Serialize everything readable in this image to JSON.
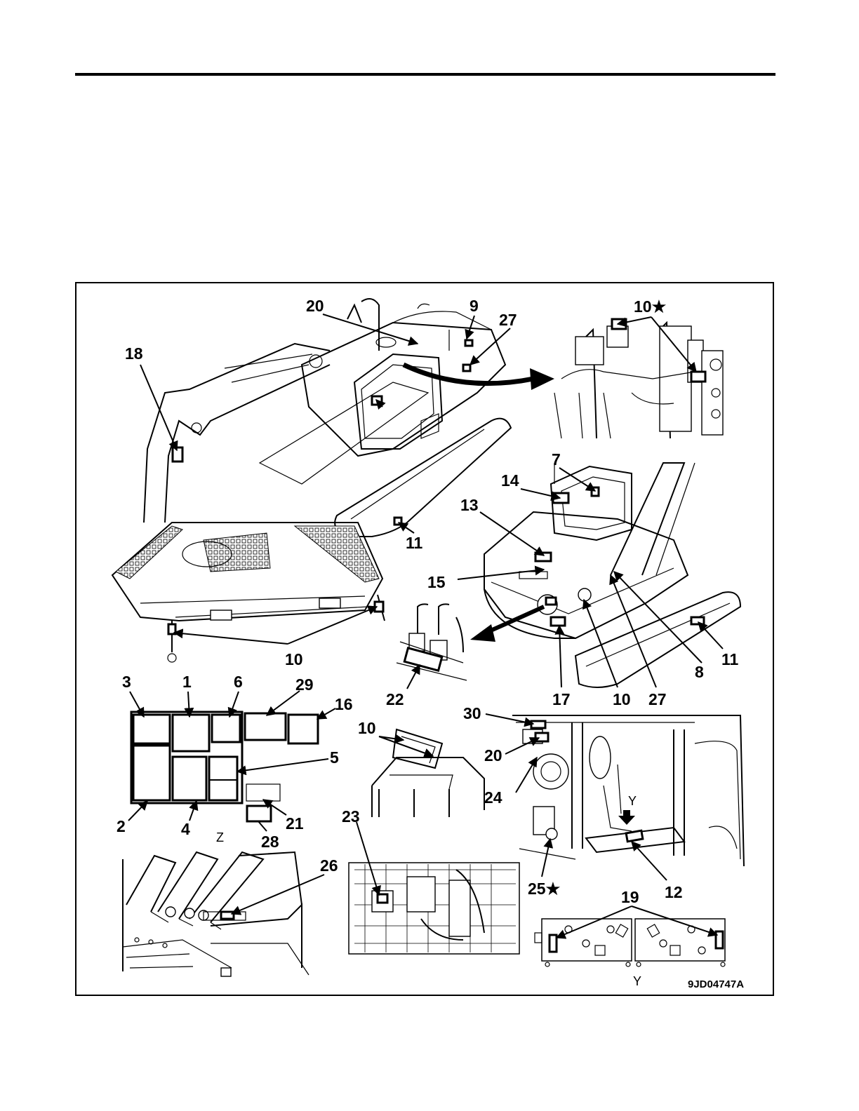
{
  "figure_code": "9JD04747A",
  "view_labels": {
    "z": "Z",
    "y": "Y"
  },
  "callouts": {
    "c20a": "20",
    "c9": "9",
    "c27a": "27",
    "c10star": "10★",
    "c18": "18",
    "c7": "7",
    "c14": "14",
    "c13": "13",
    "c11a": "11",
    "c15": "15",
    "c10a": "10",
    "c22": "22",
    "c17": "17",
    "c10b": "10",
    "c27b": "27",
    "c8": "8",
    "c11b": "11",
    "c3": "3",
    "c1": "1",
    "c6": "6",
    "c29": "29",
    "c16": "16",
    "c5": "5",
    "c2": "2",
    "c4": "4",
    "c21": "21",
    "c28": "28",
    "c10c": "10",
    "c30": "30",
    "c20b": "20",
    "c24": "24",
    "c12": "12",
    "c25star": "25★",
    "c23": "23",
    "c26": "26",
    "c19": "19"
  }
}
